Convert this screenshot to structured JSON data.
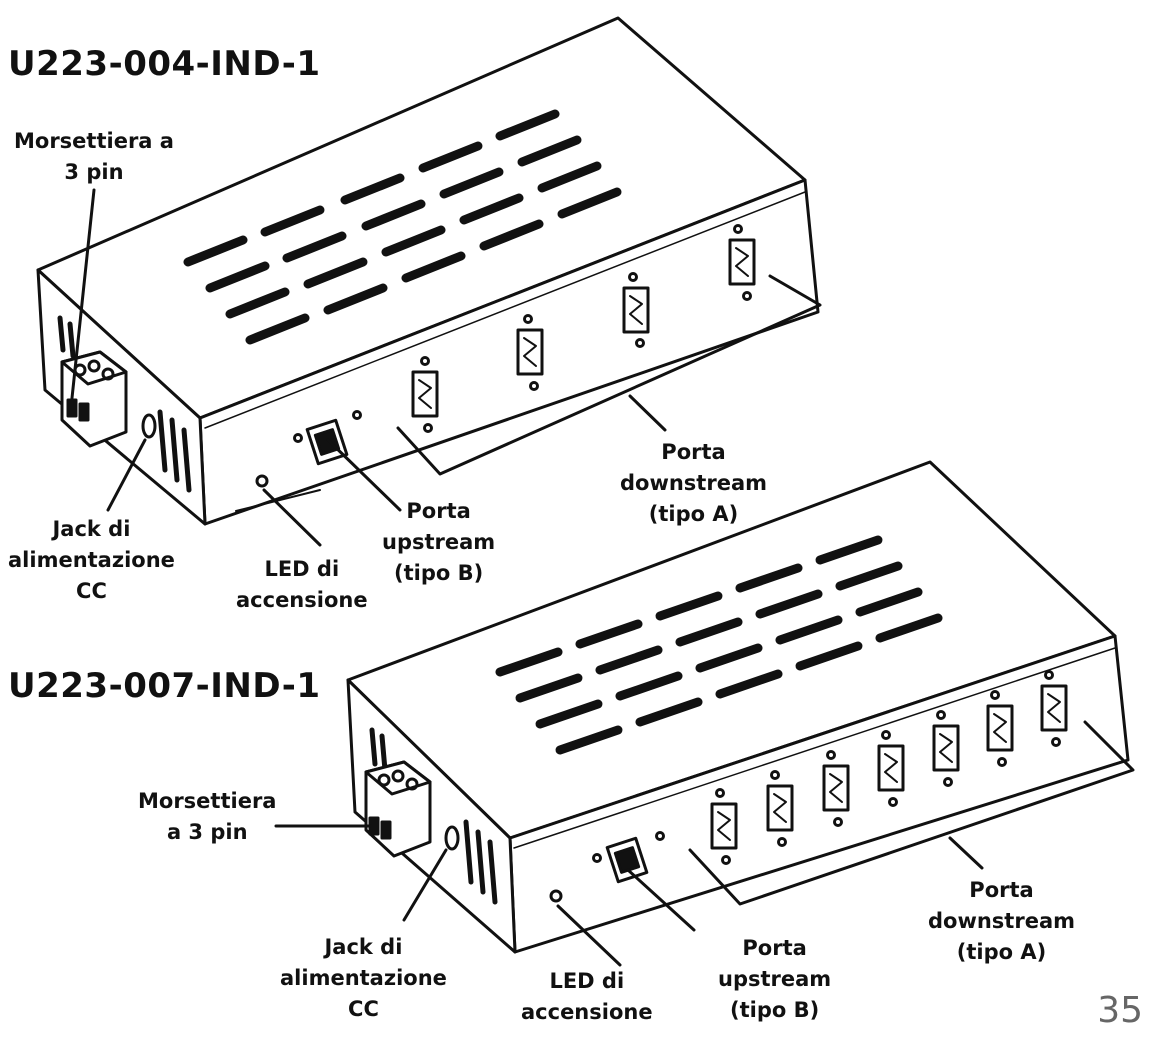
{
  "hub1": {
    "model": "U223-004-IND-1",
    "terminal_label": [
      "Morsettiera a",
      "3 pin"
    ],
    "jack_label": [
      "Jack di",
      "alimentazione",
      "CC"
    ],
    "led_label": [
      "LED di",
      "accensione"
    ],
    "upstream_label": [
      "Porta",
      "upstream",
      "(tipo B)"
    ],
    "downstream_label": [
      "Porta",
      "downstream",
      "(tipo A)"
    ]
  },
  "hub2": {
    "model": "U223-007-IND-1",
    "terminal_label": [
      "Morsettiera",
      "a 3 pin"
    ],
    "jack_label": [
      "Jack di",
      "alimentazione",
      "CC"
    ],
    "led_label": [
      "LED di",
      "accensione"
    ],
    "upstream_label": [
      "Porta",
      "upstream",
      "(tipo B)"
    ],
    "downstream_label": [
      "Porta",
      "downstream",
      "(tipo A)"
    ]
  },
  "page_number": "35"
}
